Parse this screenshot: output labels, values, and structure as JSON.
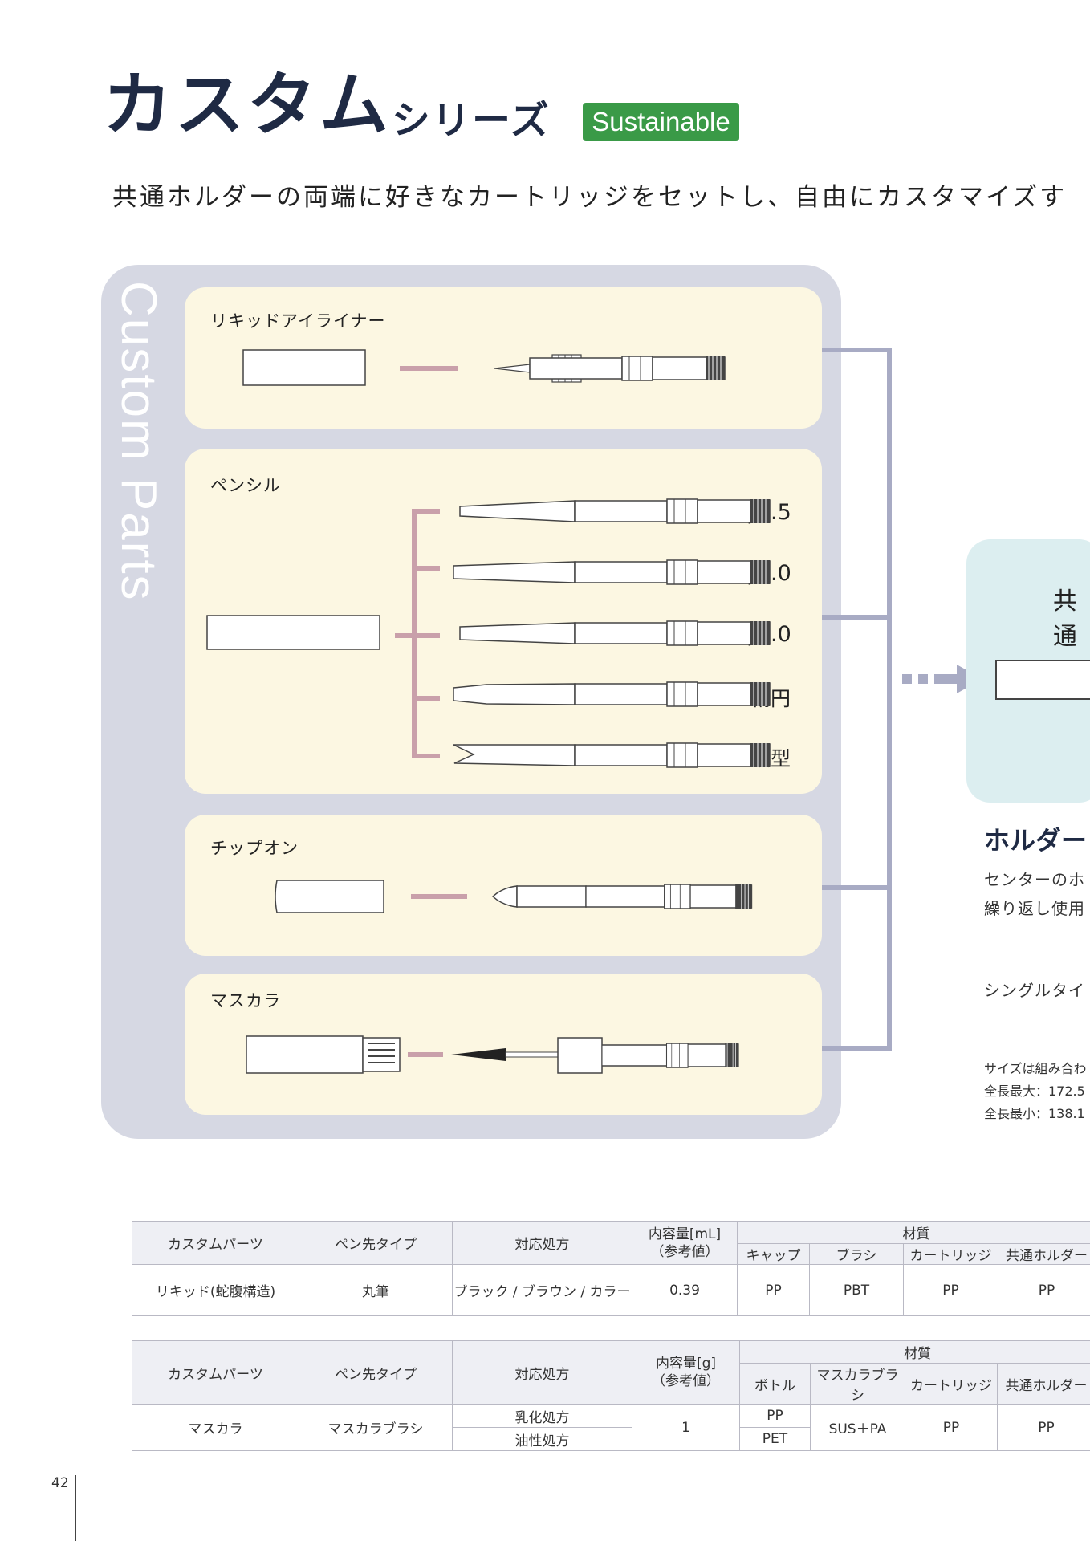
{
  "header": {
    "title_main": "カスタム",
    "title_sub": "シリーズ",
    "badge": "Sustainable",
    "lead": "共通ホルダーの両端に好きなカートリッジをセットし、自由にカスタマイズす"
  },
  "parts_panel": {
    "vertical_label": "Custom Parts",
    "cards": [
      {
        "title": "リキッドアイライナー"
      },
      {
        "title": "ペンシル",
        "options": [
          "φ1.5",
          "φ2.0",
          "φ3.0",
          "楕円",
          "涙型"
        ]
      },
      {
        "title": "チップオン"
      },
      {
        "title": "マスカラ"
      }
    ]
  },
  "holder": {
    "box_title": "共通",
    "heading": "ホルダー",
    "text_1": "センターのホ",
    "text_2": "繰り返し使用",
    "text_3": "シングルタイ",
    "note_1": "サイズは組み合わ",
    "note_2": "全長最大：172.5",
    "note_3": "全長最小：138.1"
  },
  "table_liquid": {
    "headers": {
      "part": "カスタムパーツ",
      "tip": "ペン先タイプ",
      "formula": "対応処方",
      "volume": "内容量[mL]\n（参考値）",
      "material": "材質",
      "mat_cols": [
        "キャップ",
        "ブラシ",
        "カートリッジ",
        "共通ホルダー"
      ]
    },
    "row": {
      "part": "リキッド(蛇腹構造)",
      "tip": "丸筆",
      "formula": "ブラック / ブラウン / カラー",
      "volume": "0.39",
      "mats": [
        "PP",
        "PBT",
        "PP",
        "PP"
      ]
    }
  },
  "table_mascara": {
    "headers": {
      "part": "カスタムパーツ",
      "tip": "ペン先タイプ",
      "formula": "対応処方",
      "volume": "内容量[g]\n（参考値）",
      "material": "材質",
      "mat_cols": [
        "ボトル",
        "マスカラブラシ",
        "カートリッジ",
        "共通ホルダー"
      ]
    },
    "row": {
      "part": "マスカラ",
      "tip": "マスカラブラシ",
      "formula_1": "乳化処方",
      "formula_2": "油性処方",
      "volume": "1",
      "bottle_1": "PP",
      "bottle_2": "PET",
      "brush": "SUS＋PA",
      "cartridge": "PP",
      "holder": "PP"
    }
  },
  "footer": {
    "page_number": "42"
  },
  "colors": {
    "navy": "#1f2a44",
    "green": "#3a9a47",
    "panel": "#d6d8e3",
    "card": "#fcf7e2",
    "connector": "#c9a0aa",
    "arrow": "#a8abc4",
    "holder": "#dceef0"
  }
}
